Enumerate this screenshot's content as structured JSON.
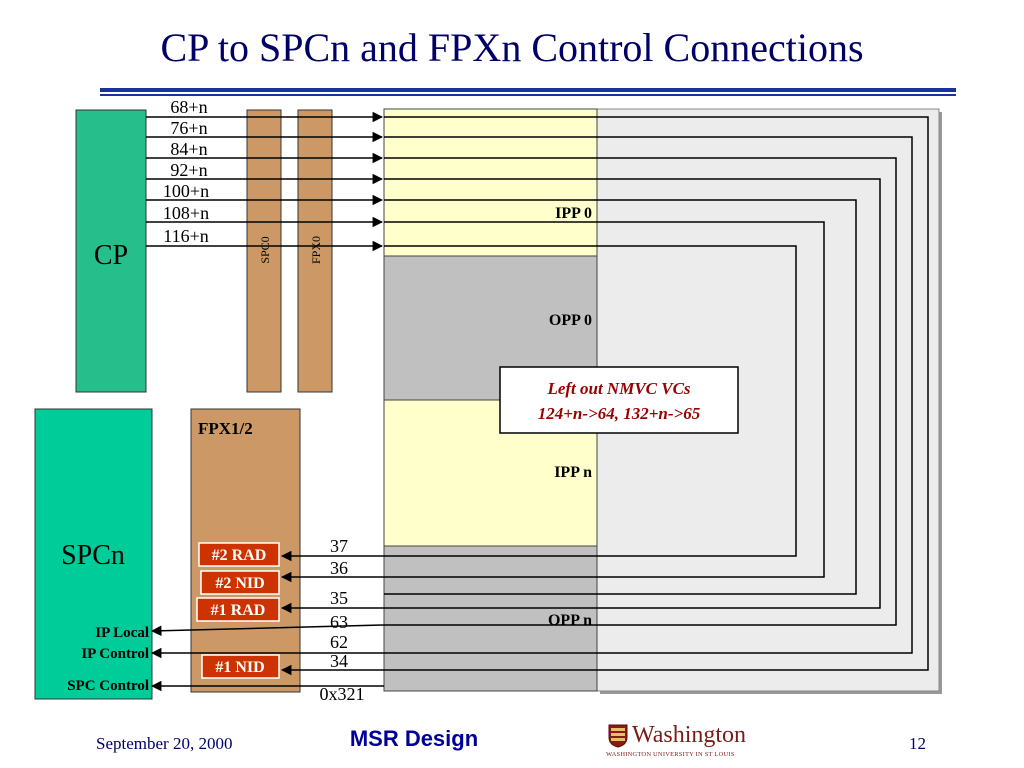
{
  "title": "CP to SPCn and FPXn Control Connections",
  "boxes": {
    "cp": "CP",
    "spc0": "SPC0",
    "fpx0": "FPX0",
    "spcn": "SPCn",
    "fpx12": "FPX1/2"
  },
  "port_labels": {
    "ipp0": "IPP 0",
    "opp0": "OPP 0",
    "ippn": "IPP n",
    "oppn": "OPP n"
  },
  "cp_vcs": [
    "68+n",
    "76+n",
    "84+n",
    "92+n",
    "100+n",
    "108+n",
    "116+n"
  ],
  "fpx_blocks": [
    "#2 RAD",
    "#2 NID",
    "#1 RAD",
    "#1 NID"
  ],
  "spcn_labels": [
    "IP Local",
    "IP Control",
    "SPC Control"
  ],
  "lower_vcs": [
    "37",
    "36",
    "35",
    "63",
    "62",
    "34",
    "0x321"
  ],
  "callout": {
    "line1": "Left out NMVC VCs",
    "line2": "124+n->64, 132+n->65"
  },
  "footer": {
    "date": "September 20, 2000",
    "design": "MSR Design",
    "page": "12",
    "logo_name": "Washington",
    "logo_sub": "WASHINGTON UNIVERSITY IN ST LOUIS"
  },
  "colors": {
    "title": "#000066",
    "rule": "#1a3399",
    "cp_green": "#26bf8c",
    "spcn_green": "#00cc99",
    "brown": "#cc9966",
    "fpx_block": "#cc3300",
    "ipp_yellow": "#ffffcc",
    "opp_gray": "#c0c0c0",
    "switch_gray": "#ececec",
    "callout_text": "#990000"
  }
}
